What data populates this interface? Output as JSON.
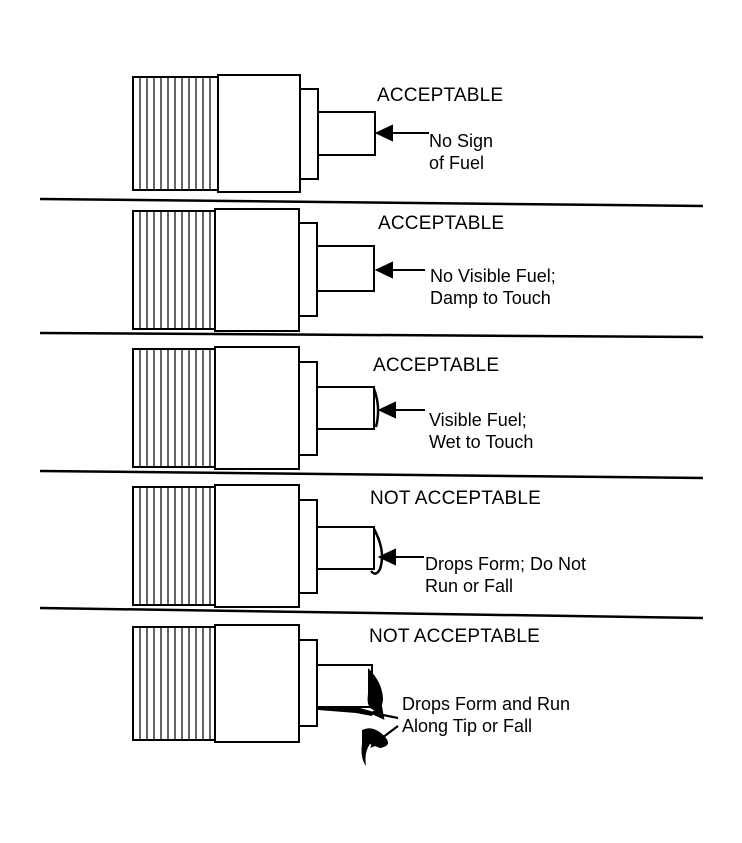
{
  "panels": [
    {
      "status": "ACCEPTABLE",
      "description": [
        "No Sign",
        "of Fuel"
      ]
    },
    {
      "status": "ACCEPTABLE",
      "description": [
        "No Visible Fuel;",
        "Damp to Touch"
      ]
    },
    {
      "status": "ACCEPTABLE",
      "description": [
        "Visible Fuel;",
        "Wet to Touch"
      ]
    },
    {
      "status": "NOT ACCEPTABLE",
      "description": [
        "Drops Form; Do Not",
        "Run or Fall"
      ]
    },
    {
      "status": "NOT ACCEPTABLE",
      "description": [
        "Drops Form and Run",
        "Along Tip or Fall"
      ]
    }
  ]
}
